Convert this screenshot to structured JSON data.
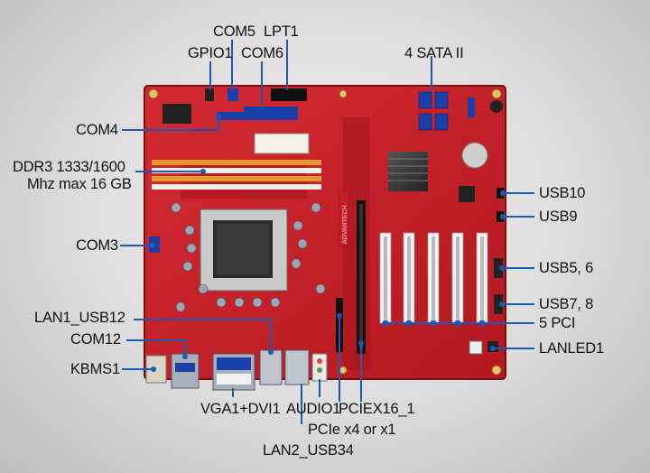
{
  "labels": {
    "com5": "COM5",
    "lpt1": "LPT1",
    "gpio1": "GPIO1",
    "com6": "COM6",
    "sata": "4 SATA II",
    "com4": "COM4",
    "ddr3_line1": "DDR3 1333/1600",
    "ddr3_line2": "Mhz max 16 GB",
    "usb10": "USB10",
    "usb9": "USB9",
    "com3": "COM3",
    "usb56": "USB5, 6",
    "usb78": "USB7, 8",
    "lan1_usb12": "LAN1_USB12",
    "pci5": "5 PCI",
    "com12": "COM12",
    "lanled1": "LANLED1",
    "kbms1": "KBMS1",
    "vga_dvi": "VGA1+DVI1",
    "audio1": "AUDIO1",
    "pciex16": "PCIEX16_1",
    "pcie_x4": "PCIe x4 or x1",
    "lan2_usb34": "LAN2_USB34",
    "board_brand": "ADVANTECH"
  },
  "colors": {
    "pcb": "#c8202a",
    "pcb_dark": "#8e1218",
    "leader_line": "#1a5ab4",
    "dimm_slot": "#d98a2a",
    "pci_slot": "#f2f2f2",
    "sata_port": "#1a3fa8"
  }
}
